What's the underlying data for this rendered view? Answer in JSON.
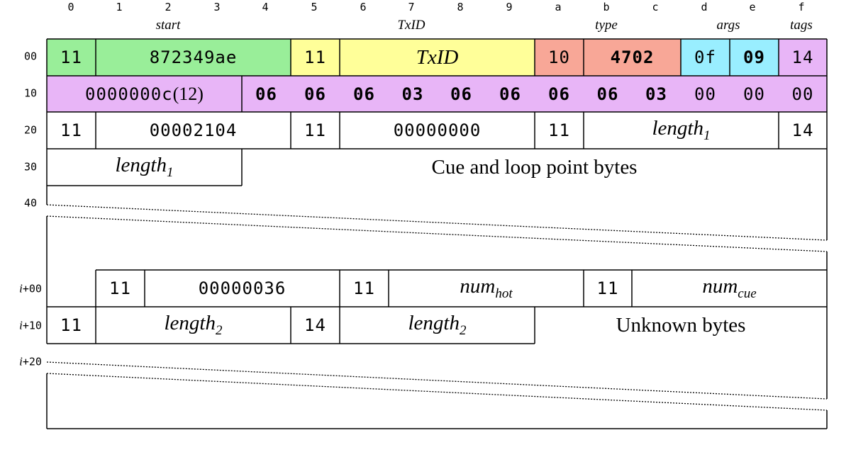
{
  "palette": {
    "green": "#99ee99",
    "yellow": "#ffff99",
    "salmon": "#f8a797",
    "cyan": "#99eeff",
    "purple": "#e8b5f7",
    "white": "#ffffff",
    "line": "#000000"
  },
  "columns": [
    "0",
    "1",
    "2",
    "3",
    "4",
    "5",
    "6",
    "7",
    "8",
    "9",
    "a",
    "b",
    "c",
    "d",
    "e",
    "f"
  ],
  "groups": {
    "start": "start",
    "txid": "TxID",
    "type": "type",
    "args": "args",
    "tags": "tags"
  },
  "rows": {
    "r00": "00",
    "r10": "10",
    "r20": "20",
    "r30": "30",
    "r40": "40",
    "ri00": {
      "var": "i",
      "suffix": "+00"
    },
    "ri10": {
      "var": "i",
      "suffix": "+10"
    },
    "ri20": {
      "var": "i",
      "suffix": "+20"
    }
  },
  "row00": {
    "start_tag": "11",
    "start_value": "872349ae",
    "txid_tag": "11",
    "txid_value": "TxID",
    "type_tag": "10",
    "type_value": "4702",
    "args_tag": "0f",
    "args_count": "09",
    "tags_tag": "14"
  },
  "row10": {
    "count_hex": "0000000c",
    "count_dec": "(12)",
    "tag_bytes": [
      "06",
      "06",
      "06",
      "03",
      "06",
      "06",
      "06",
      "06",
      "03",
      "00",
      "00",
      "00"
    ]
  },
  "row20": {
    "tag_a": "11",
    "value_a": "00002104",
    "tag_b": "11",
    "value_b": "00000000",
    "tag_c": "11",
    "length_name": "length",
    "length_sub": "1",
    "tag_d": "14"
  },
  "row30": {
    "length_name": "length",
    "length_sub": "1",
    "cue_label": "Cue and loop point bytes"
  },
  "rowi00": {
    "tag_a": "11",
    "value_a": "00000036",
    "tag_b": "11",
    "num_hot_name": "num",
    "num_hot_sub": "hot",
    "tag_c": "11",
    "num_cue_name": "num",
    "num_cue_sub": "cue"
  },
  "rowi10": {
    "tag_a": "11",
    "length_a_name": "length",
    "length_a_sub": "2",
    "tag_b": "14",
    "length_b_name": "length",
    "length_b_sub": "2",
    "unknown_label": "Unknown bytes"
  }
}
